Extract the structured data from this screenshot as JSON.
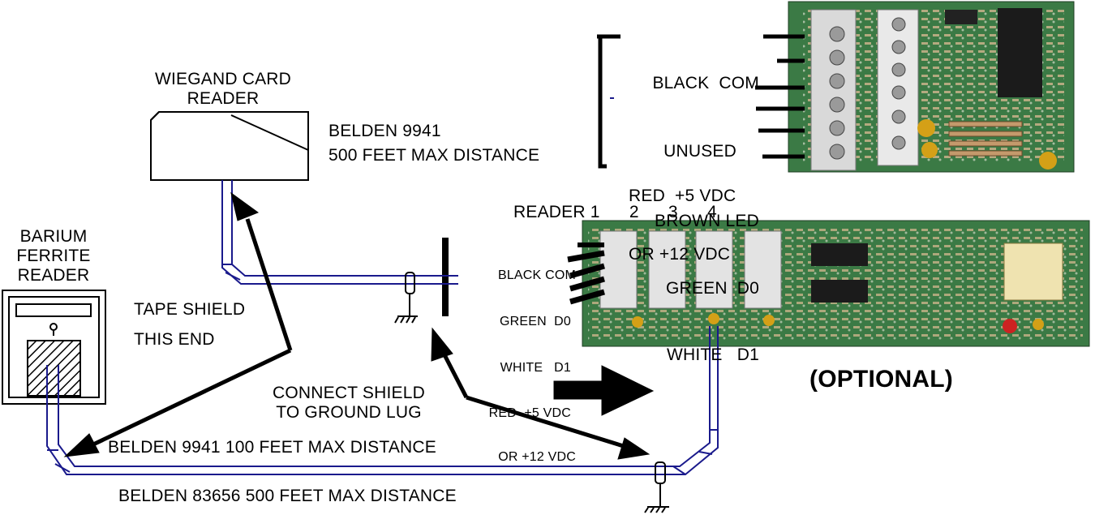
{
  "diagram": {
    "wiegand_reader": [
      "WIEGAND CARD",
      "READER"
    ],
    "belden_top": [
      "BELDEN 9941",
      "500 FEET MAX DISTANCE"
    ],
    "barium_reader": [
      "BARIUM",
      "FERRITE",
      "READER"
    ],
    "tape_shield": [
      "TAPE SHIELD",
      "THIS END"
    ],
    "connect_shield": [
      "CONNECT SHIELD",
      "TO GROUND LUG"
    ],
    "cable_inner": "BELDEN 9941   100 FEET MAX DISTANCE",
    "cable_outer": "BELDEN 83656  500 FEET MAX DISTANCE",
    "reader_numbers": "READER 1      2      3      4",
    "optional": "(OPTIONAL)",
    "top_terminals": [
      "BLACK  COM",
      "UNUSED",
      "BROWN LED",
      "GREEN  D0",
      "WHITE   D1",
      "RED  +5 VDC",
      "OR +12 VDC"
    ],
    "mid_terminals": [
      "BLACK COM",
      "GREEN  D0",
      "WHITE   D1",
      "RED  +5 VDC",
      "OR +12 VDC"
    ]
  },
  "colors": {
    "cable": "#1a1a8c",
    "pcb_green": "#2f6b3a",
    "terminal": "#d9d9d9"
  }
}
